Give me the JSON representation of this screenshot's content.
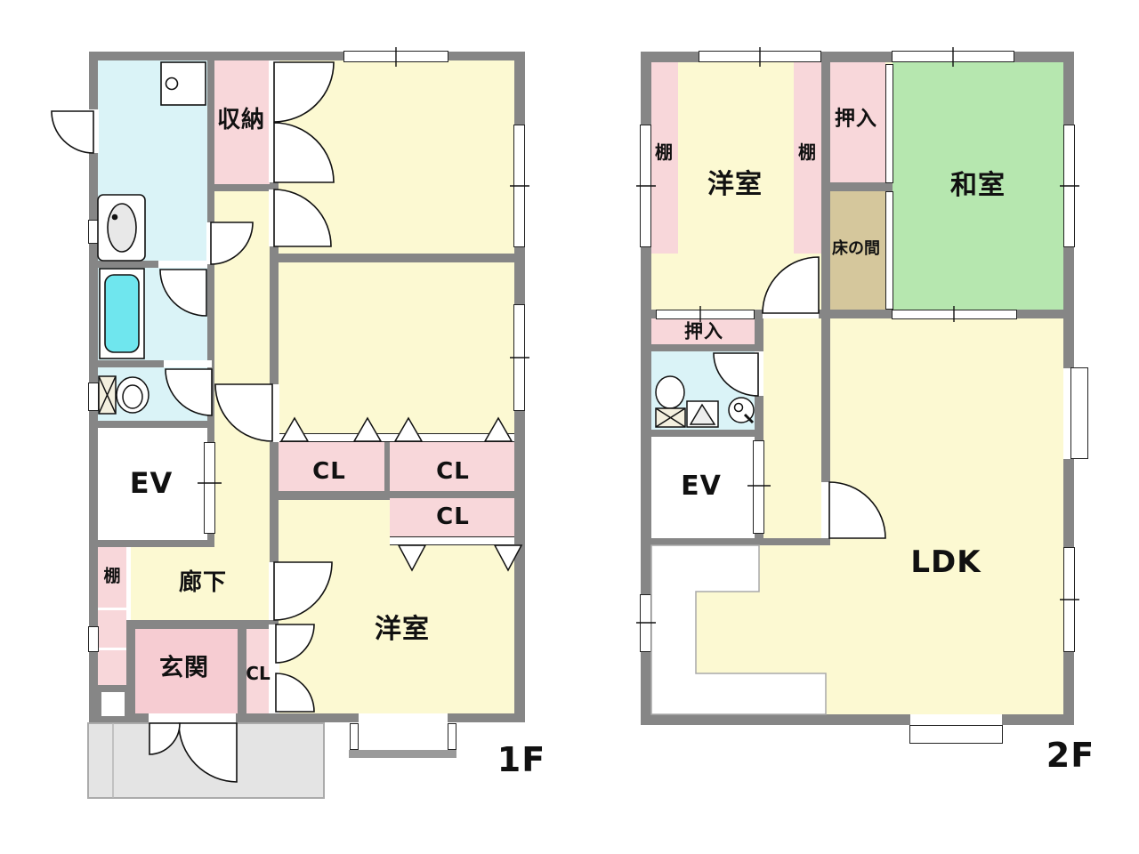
{
  "colors": {
    "wall": "#868686",
    "yellow": "#fcf9d2",
    "pink": "#f8d7da",
    "pink_deep": "#f6ccd2",
    "cyan": "#daf3f7",
    "tub": "#6fe6ee",
    "green": "#b6e7af",
    "tan": "#d5c79c",
    "porch": "#e4e4e4"
  },
  "floor1": {
    "label": "1F",
    "rooms": {
      "storage": "収納",
      "elevator": "EV",
      "closet_a": "CL",
      "closet_b": "CL",
      "closet_c": "CL",
      "shelf": "棚",
      "corridor": "廊下",
      "entrance": "玄関",
      "closet_d": "CL",
      "western_room": "洋室"
    }
  },
  "floor2": {
    "label": "2F",
    "rooms": {
      "shelf_left": "棚",
      "western_room": "洋室",
      "shelf_right": "棚",
      "oshiire_top": "押入",
      "japanese_room": "和室",
      "tokonoma": "床の間",
      "oshiire_lower": "押入",
      "elevator": "EV",
      "ldk": "LDK"
    }
  }
}
